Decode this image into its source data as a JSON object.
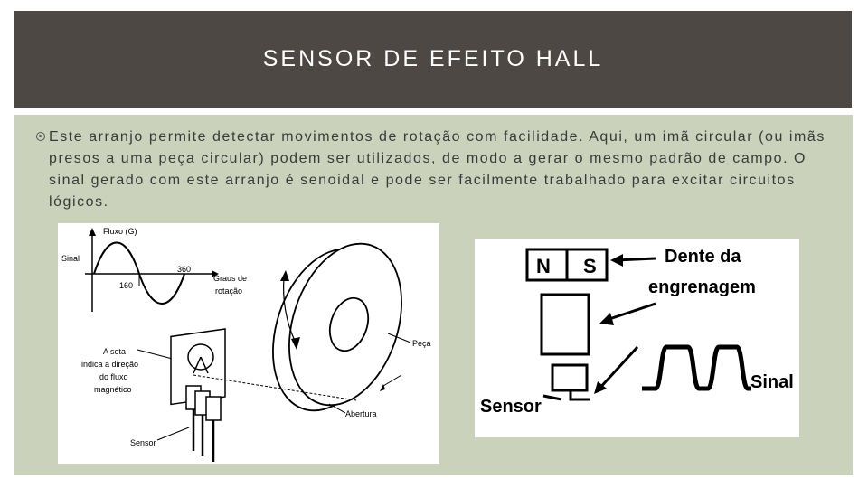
{
  "slide": {
    "title": "SENSOR DE EFEITO HALL",
    "bullet_text": "Este arranjo permite detectar movimentos de rotação com facilidade. Aqui, um imã circular (ou imãs presos a uma peça circular) podem ser utilizados, de modo a gerar o mesmo padrão de campo. O sinal gerado com este arranjo é senoidal e pode ser facilmente trabalhado para excitar circuitos lógicos."
  },
  "figure_left": {
    "flux_label": "Fluxo (G)",
    "signal_label": "Sinal",
    "angle_label": "360",
    "value_label": "160",
    "degrees_label_1": "Graus de",
    "degrees_label_2": "rotação",
    "arrow_label_1": "A seta",
    "arrow_label_2": "indica a direção",
    "arrow_label_3": "do fluxo",
    "arrow_label_4": "magnético",
    "sensor_label": "Sensor",
    "piece_label": "Peça",
    "opening_label": "Abertura"
  },
  "figure_right": {
    "north_label": "N",
    "south_label": "S",
    "tooth_label_1": "Dente da",
    "tooth_label_2": "engrenagem",
    "signal_label": "Sinal",
    "sensor_label": "Sensor"
  }
}
